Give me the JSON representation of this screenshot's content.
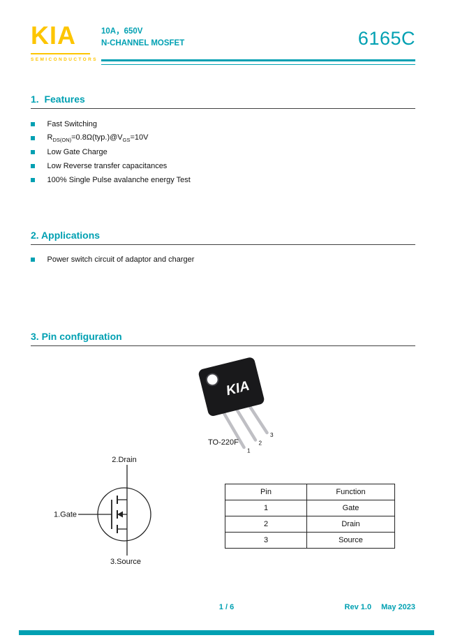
{
  "colors": {
    "teal": "#00a0b2",
    "brand_yellow": "#fdc500"
  },
  "header": {
    "logo_text": "KIA",
    "logo_subtext": "SEMICONDUCTORS",
    "rating_line": "10A，650V",
    "type_line": "N-CHANNEL MOSFET",
    "part_number": "6165C"
  },
  "features": {
    "title": "1.  Features",
    "item_fast_switching": "Fast Switching",
    "item_rds": {
      "r": "R",
      "r_sub": "DS(ON)",
      "mid": "=0.8Ω(typ.)@V",
      "v_sub": "GS",
      "end": "=10V"
    },
    "item_low_gate_charge": "Low Gate Charge",
    "item_low_reverse": "Low Reverse transfer capacitances",
    "item_avalanche": "100% Single Pulse avalanche energy Test"
  },
  "applications": {
    "title": "2. Applications",
    "item_power_switch": "Power switch circuit of adaptor and charger"
  },
  "pin_configuration": {
    "title": "3. Pin configuration",
    "package_name": "TO-220F",
    "package_logo": "KIA",
    "pin1": "1",
    "pin2": "2",
    "pin3": "3",
    "label_drain": "2.Drain",
    "label_gate": "1.Gate",
    "label_source": "3.Source",
    "table": {
      "col_pin": "Pin",
      "col_function": "Function",
      "rows": [
        {
          "pin": "1",
          "function": "Gate"
        },
        {
          "pin": "2",
          "function": "Drain"
        },
        {
          "pin": "3",
          "function": "Source"
        }
      ]
    }
  },
  "footer": {
    "page_indicator": "1 / 6",
    "revision": "Rev 1.0",
    "date": "May 2023"
  }
}
